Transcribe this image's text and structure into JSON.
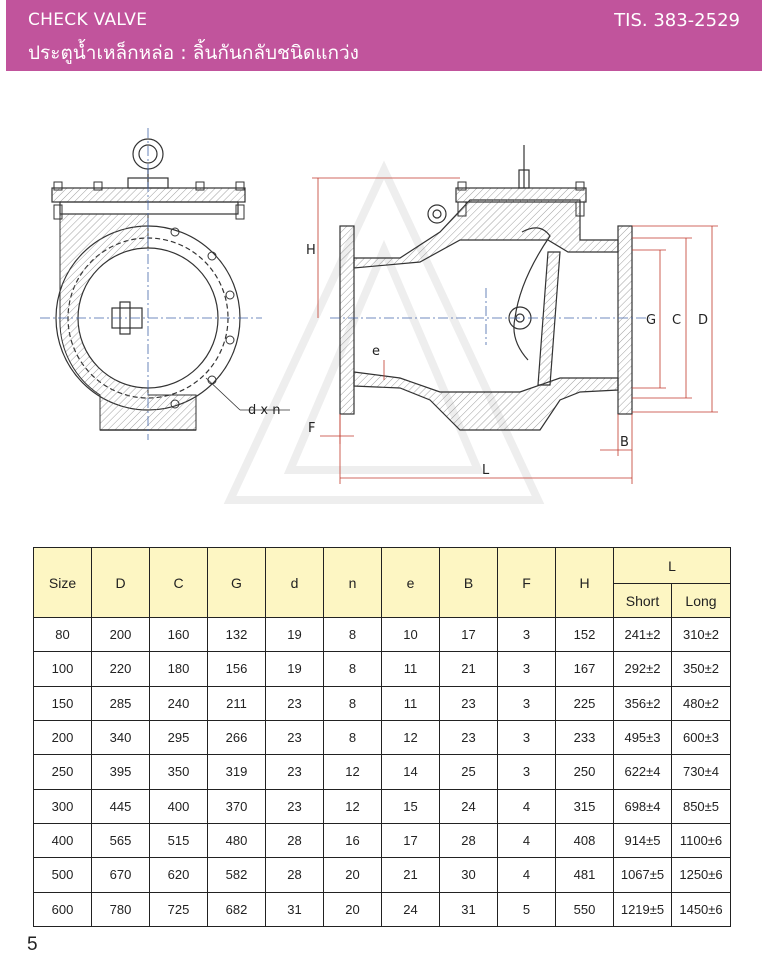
{
  "header": {
    "title_en": "CHECK VALVE",
    "title_th": "ประตูน้ำเหล็กหล่อ : ลิ้นกันกลับชนิดแกว่ง",
    "standard": "TIS. 383-2529"
  },
  "drawing": {
    "labels": {
      "H": "H",
      "G": "G",
      "C": "C",
      "D": "D",
      "e": "e",
      "F": "F",
      "B": "B",
      "L": "L",
      "dxn": "d x n"
    }
  },
  "table": {
    "headers": [
      "Size",
      "D",
      "C",
      "G",
      "d",
      "n",
      "e",
      "B",
      "F",
      "H"
    ],
    "group_header": "L",
    "sub_headers": [
      "Short",
      "Long"
    ],
    "rows": [
      [
        "80",
        "200",
        "160",
        "132",
        "19",
        "8",
        "10",
        "17",
        "3",
        "152",
        "241±2",
        "310±2"
      ],
      [
        "100",
        "220",
        "180",
        "156",
        "19",
        "8",
        "11",
        "21",
        "3",
        "167",
        "292±2",
        "350±2"
      ],
      [
        "150",
        "285",
        "240",
        "211",
        "23",
        "8",
        "11",
        "23",
        "3",
        "225",
        "356±2",
        "480±2"
      ],
      [
        "200",
        "340",
        "295",
        "266",
        "23",
        "8",
        "12",
        "23",
        "3",
        "233",
        "495±3",
        "600±3"
      ],
      [
        "250",
        "395",
        "350",
        "319",
        "23",
        "12",
        "14",
        "25",
        "3",
        "250",
        "622±4",
        "730±4"
      ],
      [
        "300",
        "445",
        "400",
        "370",
        "23",
        "12",
        "15",
        "24",
        "4",
        "315",
        "698±4",
        "850±5"
      ],
      [
        "400",
        "565",
        "515",
        "480",
        "28",
        "16",
        "17",
        "28",
        "4",
        "408",
        "914±5",
        "1100±6"
      ],
      [
        "500",
        "670",
        "620",
        "582",
        "28",
        "20",
        "21",
        "30",
        "4",
        "481",
        "1067±5",
        "1250±6"
      ],
      [
        "600",
        "780",
        "725",
        "682",
        "31",
        "20",
        "24",
        "31",
        "5",
        "550",
        "1219±5",
        "1450±6"
      ]
    ]
  },
  "page_number": "5"
}
